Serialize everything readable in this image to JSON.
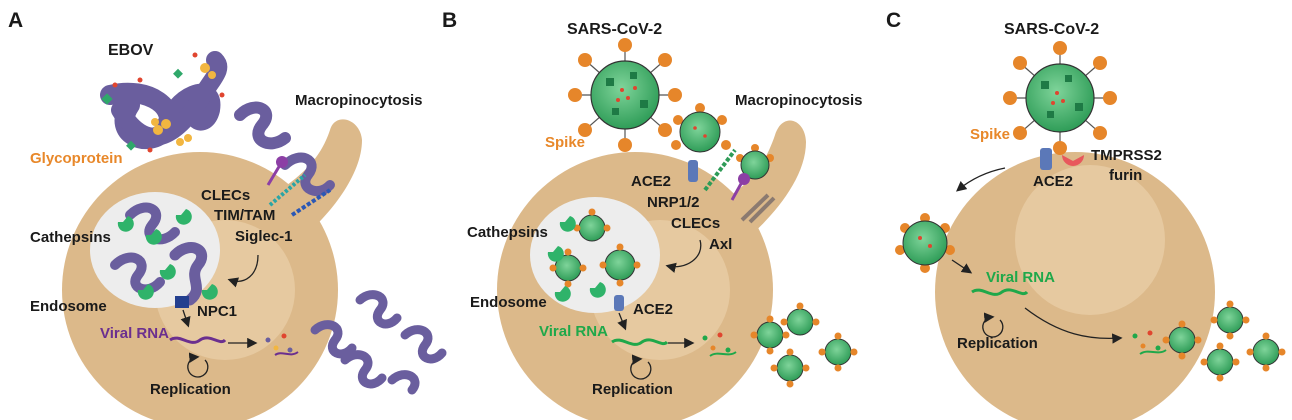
{
  "panels": [
    {
      "letter": "A",
      "virus": "EBOV",
      "glycoprotein": "Glycoprotein",
      "macropinocytosis": "Macropinocytosis",
      "receptors": [
        "CLECs",
        "TIM/TAM",
        "Siglec-1"
      ],
      "cathepsins": "Cathepsins",
      "endosome": "Endosome",
      "npc1": "NPC1",
      "viral_rna": "Viral RNA",
      "replication": "Replication"
    },
    {
      "letter": "B",
      "virus": "SARS-CoV-2",
      "spike": "Spike",
      "macropinocytosis": "Macropinocytosis",
      "receptors": [
        "ACE2",
        "NRP1/2",
        "CLECs",
        "Axl"
      ],
      "cathepsins": "Cathepsins",
      "endosome": "Endosome",
      "ace2_endosome": "ACE2",
      "viral_rna": "Viral RNA",
      "replication": "Replication"
    },
    {
      "letter": "C",
      "virus": "SARS-CoV-2",
      "spike": "Spike",
      "ace2": "ACE2",
      "tmprss2": "TMPRSS2",
      "furin": "furin",
      "viral_rna": "Viral RNA",
      "replication": "Replication"
    }
  ],
  "colors": {
    "cell": "#dcb98a",
    "cell_inner": "#e6c9a0",
    "endosome": "#ededed",
    "ebov_body": "#6a5e9e",
    "sars_body": "#45b26b",
    "spike": "#e6862a",
    "glycoprotein_label": "#e8882a",
    "viral_rna_ebov": "#6b2f8f",
    "viral_rna_sars": "#1fa84a",
    "cathepsin": "#2fb36a",
    "ace2": "#5b78b8",
    "tmprss2": "#e8585c",
    "npc1": "#233f8f"
  }
}
